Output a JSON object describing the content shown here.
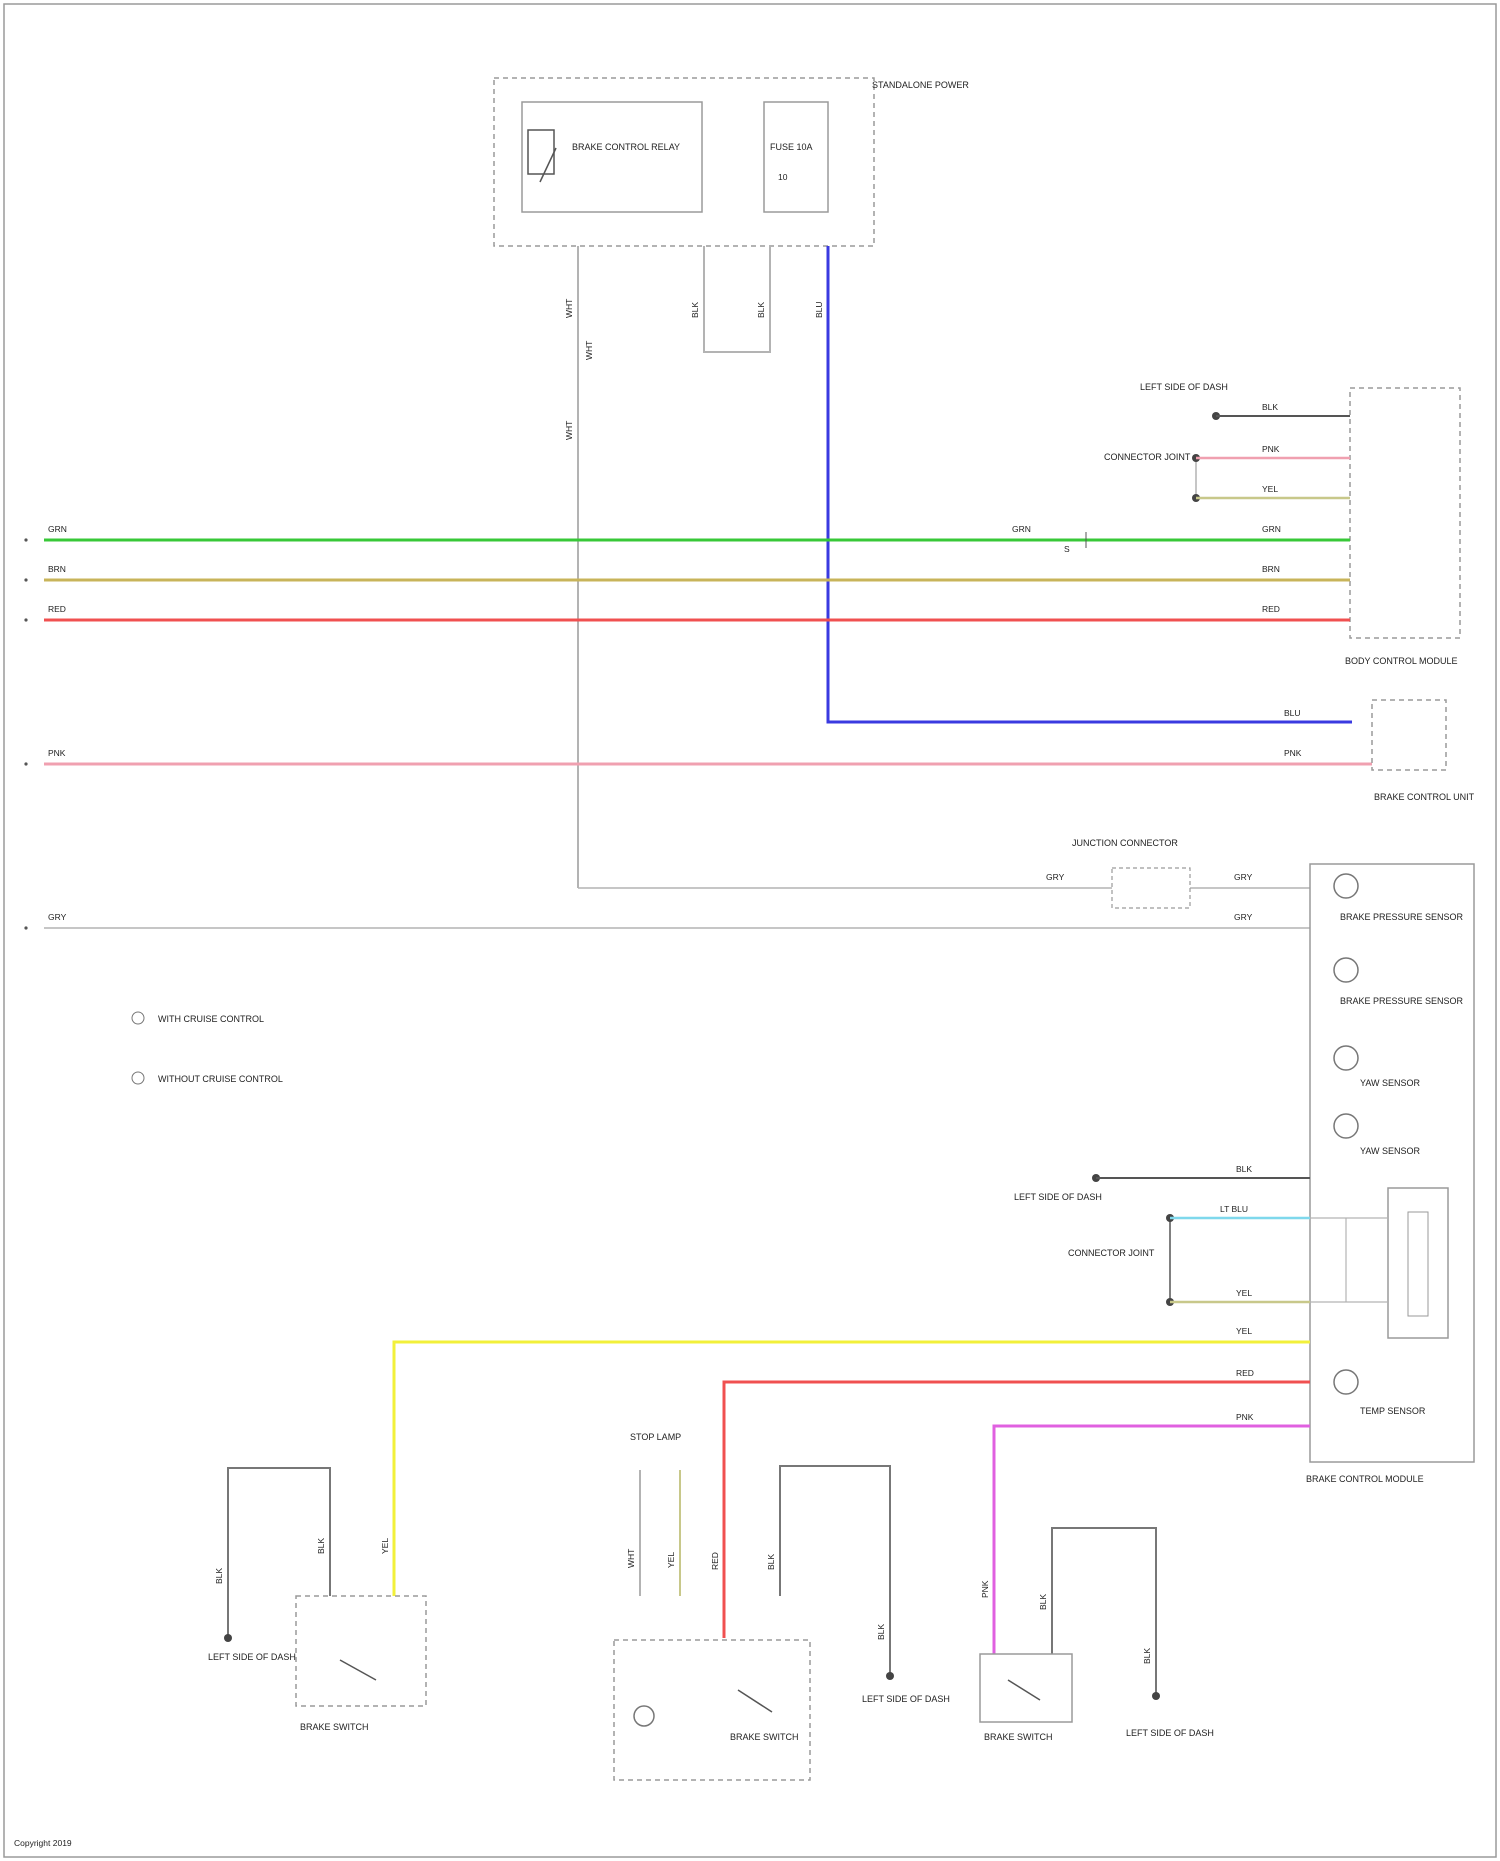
{
  "colors": {
    "frame": "#9a9a9a",
    "wire_gray": "#b3b3b3",
    "wire_black": "#555555",
    "wire_blue": "#3a3ae0",
    "wire_green": "#38c838",
    "wire_brown_yellow": "#c8b45a",
    "wire_red": "#f05050",
    "wire_pink": "#f0a0b0",
    "wire_yellow": "#f2f03a",
    "wire_violet": "#e060e0",
    "wire_lightblue": "#7fd8ec",
    "wire_olive": "#c8c88a"
  },
  "labels": {
    "top_box": "STANDALONE POWER",
    "top_relay": "BRAKE CONTROL RELAY",
    "top_fuse": "FUSE 10A",
    "ground_upper": "LEFT SIDE OF DASH",
    "connector_upper": "CONNECTOR JOINT",
    "module_upper": "BODY CONTROL MODULE",
    "module_mid": "BRAKE CONTROL UNIT",
    "junction": "JUNCTION CONNECTOR",
    "module_lower": "BRAKE CONTROL MODULE",
    "sensor_1": "BRAKE PRESSURE SENSOR",
    "sensor_2": "BRAKE PRESSURE SENSOR",
    "sensor_3": "YAW SENSOR",
    "sensor_4": "YAW SENSOR",
    "sensor_5": "TEMP SENSOR",
    "ground_lower": "LEFT SIDE OF DASH",
    "connector_lower": "CONNECTOR JOINT",
    "note_1": "WITH CRUISE CONTROL",
    "note_2": "WITHOUT CRUISE CONTROL",
    "sw1": "BRAKE SWITCH",
    "sw1_ground": "LEFT SIDE OF DASH",
    "lamp_group": "STOP LAMP",
    "sw2": "BRAKE SWITCH",
    "sw2_ground": "LEFT SIDE OF DASH",
    "sw3": "BRAKE SWITCH",
    "sw3_ground": "LEFT SIDE OF DASH",
    "footer": "Copyright 2019"
  },
  "wire_codes": {
    "w_top_1": "WHT",
    "w_top_2": "BLK",
    "w_top_3": "BLK",
    "w_top_4": "BLU",
    "w_top_5": "WHT",
    "w_top_6": "WHT",
    "gnd_u": "BLK",
    "pink_u": "PNK",
    "olive_u": "YEL",
    "green_l": "GRN",
    "green_m": "GRN",
    "green_r": "GRN",
    "brown_l": "BRN",
    "brown_r": "BRN",
    "red_l": "RED",
    "red_r": "RED",
    "blue_r": "BLU",
    "pink_l": "PNK",
    "pink_r": "PNK",
    "gray_a": "GRY",
    "gray_b": "GRY",
    "gray_l": "GRY",
    "gray_r": "GRY",
    "gnd_l": "BLK",
    "lb": "LT BLU",
    "ol": "YEL",
    "yel": "YEL",
    "red2": "RED",
    "pnk2": "PNK",
    "sw1_a": "BLK",
    "sw1_b": "YEL",
    "sw1_g": "BLK",
    "lamp_a": "WHT",
    "lamp_b": "YEL",
    "sw2_a": "RED",
    "sw2_b": "BLK",
    "sw2_g": "BLK",
    "sw3_a": "PNK",
    "sw3_b": "BLK",
    "sw3_g": "BLK"
  }
}
